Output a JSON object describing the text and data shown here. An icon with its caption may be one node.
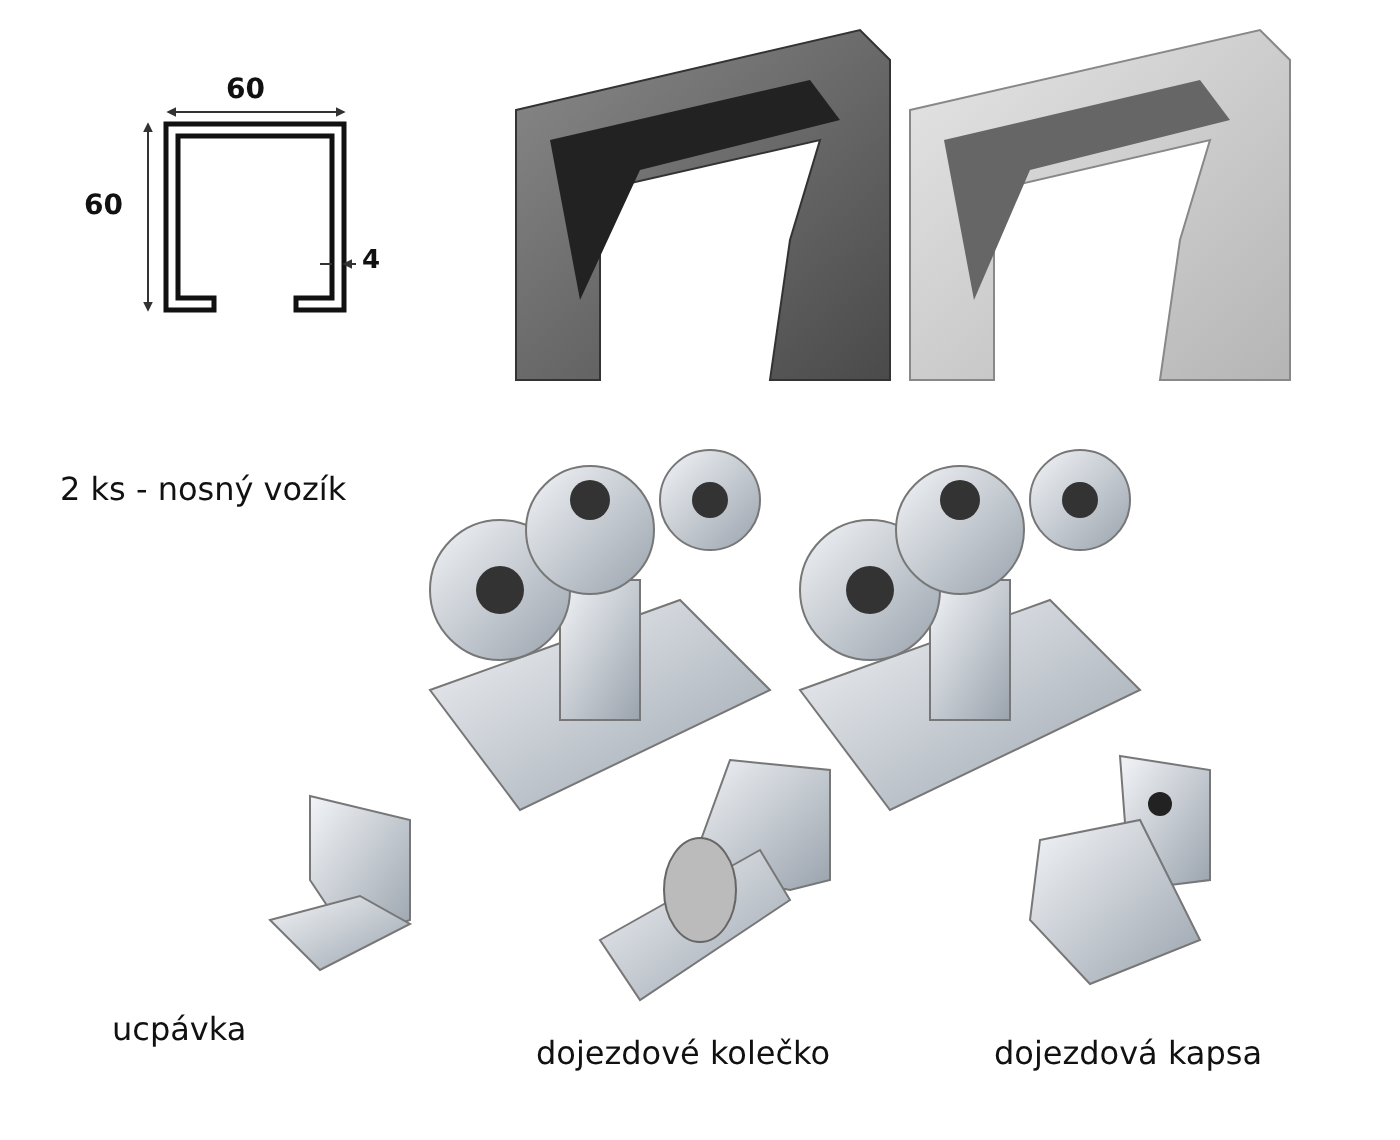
{
  "diagram": {
    "labels": [
      "60",
      "60",
      "4",
      "2 ks - nosný vozík",
      "ucpávka",
      "dojezdové kolečko",
      "dojezdová kapsa"
    ]
  }
}
